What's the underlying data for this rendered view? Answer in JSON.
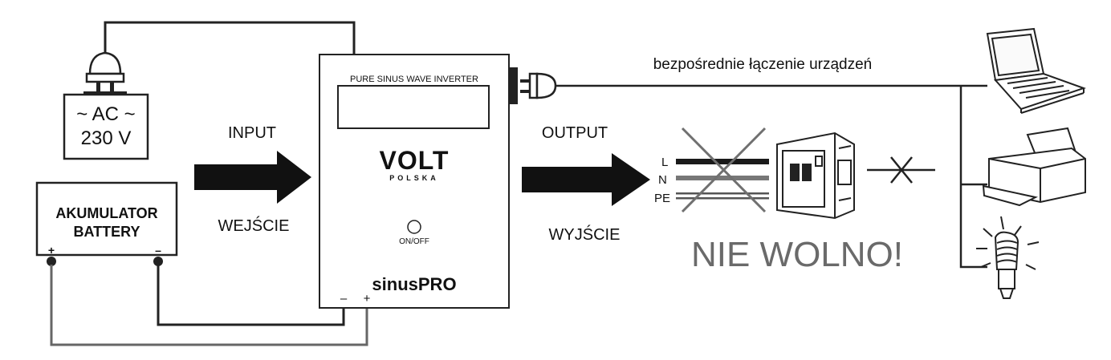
{
  "ac_box": {
    "line1": "~ AC ~",
    "line2": "230 V"
  },
  "battery": {
    "line1": "AKUMULATOR",
    "line2": "BATTERY",
    "plus": "+",
    "minus": "–"
  },
  "input": {
    "label_en": "INPUT",
    "label_pl": "WEJŚCIE"
  },
  "output": {
    "label_en": "OUTPUT",
    "label_pl": "WYJŚCIE"
  },
  "inverter": {
    "header": "PURE SINUS WAVE INVERTER",
    "brand": "VOLT",
    "brand_sub": "POLSKA",
    "switch_label": "ON/OFF",
    "model": "sinusPRO",
    "terminal_minus": "–",
    "terminal_plus": "+"
  },
  "direct": {
    "label": "bezpośrednie łączenie urządzeń"
  },
  "wires": {
    "l": "L",
    "n": "N",
    "pe": "PE"
  },
  "warning": {
    "text": "NIE WOLNO!"
  },
  "colors": {
    "wire_black": "#1a1a1a",
    "wire_gray": "#555555",
    "cross_gray": "#707070",
    "warning_gray": "#6a6a6a"
  }
}
